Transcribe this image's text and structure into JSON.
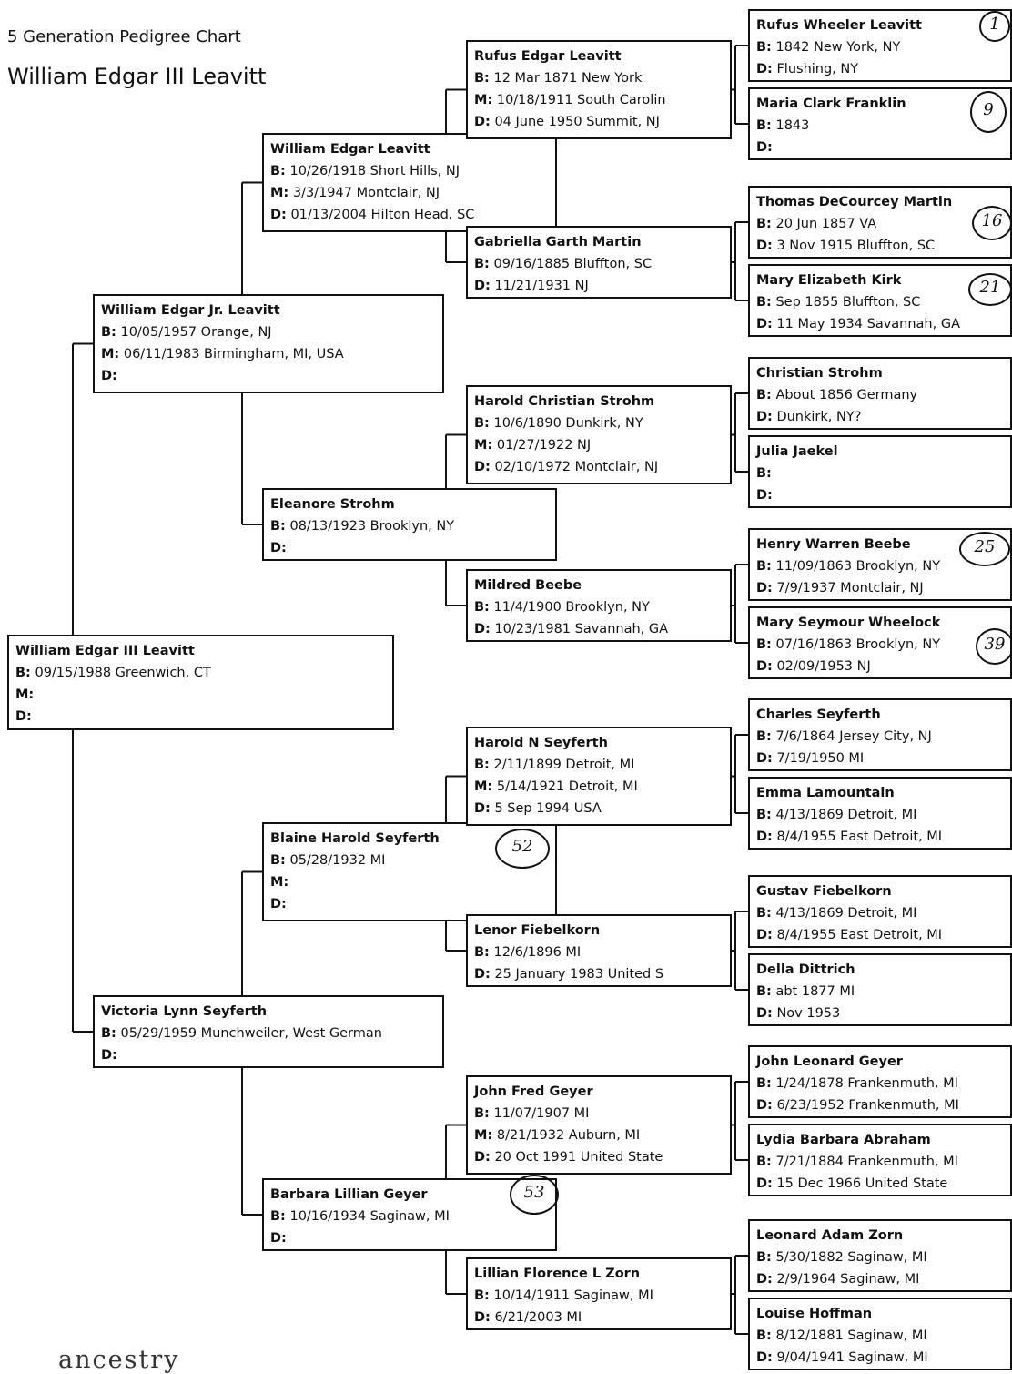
{
  "chart_title": "5 Generation Pedigree Chart",
  "subject_name": "William Edgar III Leavitt",
  "logo_text": "ancestry",
  "people": [
    {
      "id": "p1",
      "name": "William Edgar III Leavitt",
      "lines": [
        [
          "B:",
          "09/15/1988 Greenwich, CT"
        ],
        [
          "M:",
          ""
        ],
        [
          "D:",
          ""
        ]
      ]
    },
    {
      "id": "p2",
      "name": "William Edgar Jr. Leavitt",
      "lines": [
        [
          "B:",
          "10/05/1957 Orange, NJ"
        ],
        [
          "M:",
          "06/11/1983 Birmingham, MI, USA"
        ],
        [
          "D:",
          ""
        ]
      ]
    },
    {
      "id": "p3",
      "name": "Victoria Lynn Seyferth",
      "lines": [
        [
          "B:",
          "05/29/1959 Munchweiler, West German"
        ],
        [
          "D:",
          ""
        ]
      ]
    },
    {
      "id": "p4",
      "name": "William Edgar Leavitt",
      "lines": [
        [
          "B:",
          "10/26/1918 Short Hills, NJ"
        ],
        [
          "M:",
          "3/3/1947 Montclair, NJ"
        ],
        [
          "D:",
          "01/13/2004 Hilton Head, SC"
        ]
      ]
    },
    {
      "id": "p5",
      "name": "Eleanore Strohm",
      "lines": [
        [
          "B:",
          "08/13/1923 Brooklyn, NY"
        ],
        [
          "D:",
          ""
        ]
      ]
    },
    {
      "id": "p6",
      "name": "Blaine Harold Seyferth",
      "lines": [
        [
          "B:",
          "05/28/1932 MI"
        ],
        [
          "M:",
          ""
        ],
        [
          "D:",
          ""
        ]
      ]
    },
    {
      "id": "p7",
      "name": "Barbara Lillian Geyer",
      "lines": [
        [
          "B:",
          "10/16/1934 Saginaw, MI"
        ],
        [
          "D:",
          ""
        ]
      ]
    },
    {
      "id": "p8",
      "name": "Rufus Edgar Leavitt",
      "lines": [
        [
          "B:",
          "12 Mar 1871 New York"
        ],
        [
          "M:",
          "10/18/1911 South Carolin"
        ],
        [
          "D:",
          "04 June 1950 Summit, NJ"
        ]
      ]
    },
    {
      "id": "p9",
      "name": "Gabriella Garth Martin",
      "lines": [
        [
          "B:",
          "09/16/1885 Bluffton, SC"
        ],
        [
          "D:",
          "11/21/1931 NJ"
        ]
      ]
    },
    {
      "id": "p10",
      "name": "Harold Christian Strohm",
      "lines": [
        [
          "B:",
          "10/6/1890 Dunkirk, NY"
        ],
        [
          "M:",
          "01/27/1922 NJ"
        ],
        [
          "D:",
          "02/10/1972 Montclair, NJ"
        ]
      ]
    },
    {
      "id": "p11",
      "name": "Mildred Beebe",
      "lines": [
        [
          "B:",
          "11/4/1900 Brooklyn, NY"
        ],
        [
          "D:",
          "10/23/1981 Savannah, GA"
        ]
      ]
    },
    {
      "id": "p12",
      "name": "Harold N Seyferth",
      "lines": [
        [
          "B:",
          "2/11/1899 Detroit, MI"
        ],
        [
          "M:",
          "5/14/1921 Detroit, MI"
        ],
        [
          "D:",
          "5 Sep 1994 USA"
        ]
      ]
    },
    {
      "id": "p13",
      "name": "Lenor Fiebelkorn",
      "lines": [
        [
          "B:",
          "12/6/1896 MI"
        ],
        [
          "D:",
          "25 January 1983 United S"
        ]
      ]
    },
    {
      "id": "p14",
      "name": "John Fred Geyer",
      "lines": [
        [
          "B:",
          "11/07/1907 MI"
        ],
        [
          "M:",
          "8/21/1932 Auburn, MI"
        ],
        [
          "D:",
          "20 Oct 1991 United State"
        ]
      ]
    },
    {
      "id": "p15",
      "name": "Lillian Florence L Zorn",
      "lines": [
        [
          "B:",
          "10/14/1911 Saginaw, MI"
        ],
        [
          "D:",
          "6/21/2003 MI"
        ]
      ]
    },
    {
      "id": "p16",
      "name": "Rufus Wheeler Leavitt",
      "lines": [
        [
          "B:",
          "1842 New York, NY"
        ],
        [
          "D:",
          "Flushing, NY"
        ]
      ]
    },
    {
      "id": "p17",
      "name": "Maria Clark Franklin",
      "lines": [
        [
          "B:",
          "1843"
        ],
        [
          "D:",
          ""
        ]
      ]
    },
    {
      "id": "p18",
      "name": "Thomas DeCourcey Martin",
      "lines": [
        [
          "B:",
          "20 Jun 1857 VA"
        ],
        [
          "D:",
          "3 Nov 1915 Bluffton, SC"
        ]
      ]
    },
    {
      "id": "p19",
      "name": "Mary Elizabeth Kirk",
      "lines": [
        [
          "B:",
          "Sep 1855 Bluffton, SC"
        ],
        [
          "D:",
          "11 May 1934 Savannah, GA"
        ]
      ]
    },
    {
      "id": "p20",
      "name": "Christian Strohm",
      "lines": [
        [
          "B:",
          "About 1856 Germany"
        ],
        [
          "D:",
          "Dunkirk, NY?"
        ]
      ]
    },
    {
      "id": "p21",
      "name": "Julia Jaekel",
      "lines": [
        [
          "B:",
          ""
        ],
        [
          "D:",
          ""
        ]
      ]
    },
    {
      "id": "p22",
      "name": "Henry Warren Beebe",
      "lines": [
        [
          "B:",
          "11/09/1863 Brooklyn, NY"
        ],
        [
          "D:",
          "7/9/1937 Montclair, NJ"
        ]
      ]
    },
    {
      "id": "p23",
      "name": "Mary Seymour Wheelock",
      "lines": [
        [
          "B:",
          "07/16/1863 Brooklyn, NY"
        ],
        [
          "D:",
          "02/09/1953 NJ"
        ]
      ]
    },
    {
      "id": "p24",
      "name": "Charles Seyferth",
      "lines": [
        [
          "B:",
          "7/6/1864 Jersey City, NJ"
        ],
        [
          "D:",
          "7/19/1950 MI"
        ]
      ]
    },
    {
      "id": "p25",
      "name": "Emma Lamountain",
      "lines": [
        [
          "B:",
          "4/13/1869 Detroit, MI"
        ],
        [
          "D:",
          "8/4/1955 East Detroit, MI"
        ]
      ]
    },
    {
      "id": "p26",
      "name": "Gustav Fiebelkorn",
      "lines": [
        [
          "B:",
          "4/13/1869 Detroit, MI"
        ],
        [
          "D:",
          "8/4/1955 East Detroit, MI"
        ]
      ]
    },
    {
      "id": "p27",
      "name": "Della Dittrich",
      "lines": [
        [
          "B:",
          "abt 1877 MI"
        ],
        [
          "D:",
          "Nov 1953"
        ]
      ]
    },
    {
      "id": "p28",
      "name": "John Leonard Geyer",
      "lines": [
        [
          "B:",
          "1/24/1878 Frankenmuth, MI"
        ],
        [
          "D:",
          "6/23/1952 Frankenmuth, MI"
        ]
      ]
    },
    {
      "id": "p29",
      "name": "Lydia Barbara Abraham",
      "lines": [
        [
          "B:",
          "7/21/1884 Frankenmuth, MI"
        ],
        [
          "D:",
          "15 Dec 1966 United State"
        ]
      ]
    },
    {
      "id": "p30",
      "name": "Leonard Adam Zorn",
      "lines": [
        [
          "B:",
          "5/30/1882 Saginaw, MI"
        ],
        [
          "D:",
          "2/9/1964 Saginaw, MI"
        ]
      ]
    },
    {
      "id": "p31",
      "name": "Louise Hoffman",
      "lines": [
        [
          "B:",
          "8/12/1881 Saginaw, MI"
        ],
        [
          "D:",
          "9/04/1941 Saginaw, MI"
        ]
      ]
    }
  ],
  "notes": [
    {
      "text": "1"
    },
    {
      "text": "9"
    },
    {
      "text": "16"
    },
    {
      "text": "21"
    },
    {
      "text": "25"
    },
    {
      "text": "39"
    },
    {
      "text": "52"
    },
    {
      "text": "53"
    }
  ]
}
